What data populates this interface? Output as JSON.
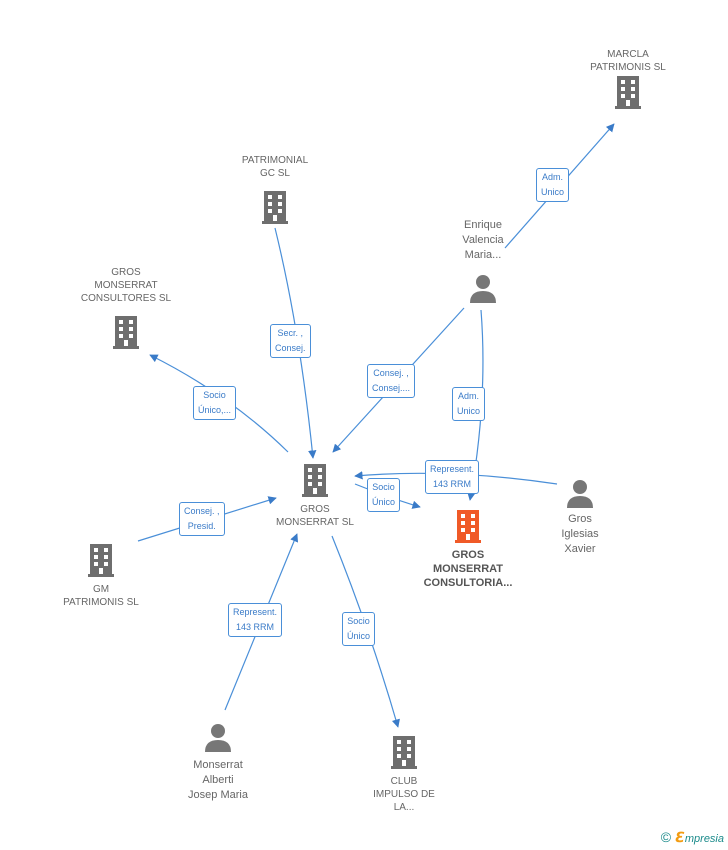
{
  "nodes": {
    "marcla": {
      "label": "MARCLA\nPATRIMONIS SL",
      "type": "company"
    },
    "patrimonial": {
      "label": "PATRIMONIAL\nGC  SL",
      "type": "company"
    },
    "enrique": {
      "label": "Enrique\nValencia\nMaria...",
      "type": "person"
    },
    "gros_consultores": {
      "label": "GROS\nMONSERRAT\nCONSULTORES SL",
      "type": "company"
    },
    "gros_sl": {
      "label": "GROS\nMONSERRAT SL",
      "type": "company"
    },
    "gros_consultoria": {
      "label": "GROS\nMONSERRAT\nCONSULTORIA...",
      "type": "company-main"
    },
    "gros_iglesias": {
      "label": "Gros\nIglesias\nXavier",
      "type": "person"
    },
    "gm": {
      "label": "GM\nPATRIMONIS SL",
      "type": "company"
    },
    "monserrat": {
      "label": "Monserrat\nAlberti\nJosep Maria",
      "type": "person"
    },
    "club": {
      "label": "CLUB\nIMPULSO DE\nLA...",
      "type": "company"
    }
  },
  "edges": {
    "enrique_marcla": "Adm.\nUnico",
    "patrimonial_gros": "Secr. ,\nConsej.",
    "gros_consultores": "Socio\nÚnico,...",
    "enrique_gros": "Consej. ,\nConsej....",
    "enrique_consultoria": "Adm.\nUnico",
    "iglesias_gros": "Represent.\n143 RRM",
    "gros_consultoria": "Socio\nÚnico",
    "gm_gros": "Consej. ,\nPresid.",
    "monserrat_gros": "Represent.\n143 RRM",
    "gros_club": "Socio\nÚnico"
  },
  "colors": {
    "edge": "#4a8fd8",
    "company": "#6e6e6e",
    "main": "#f05a28",
    "person": "#777777"
  },
  "footer": {
    "copyright": "©",
    "brand_e": "ℇ",
    "brand_rest": "mpresia"
  }
}
